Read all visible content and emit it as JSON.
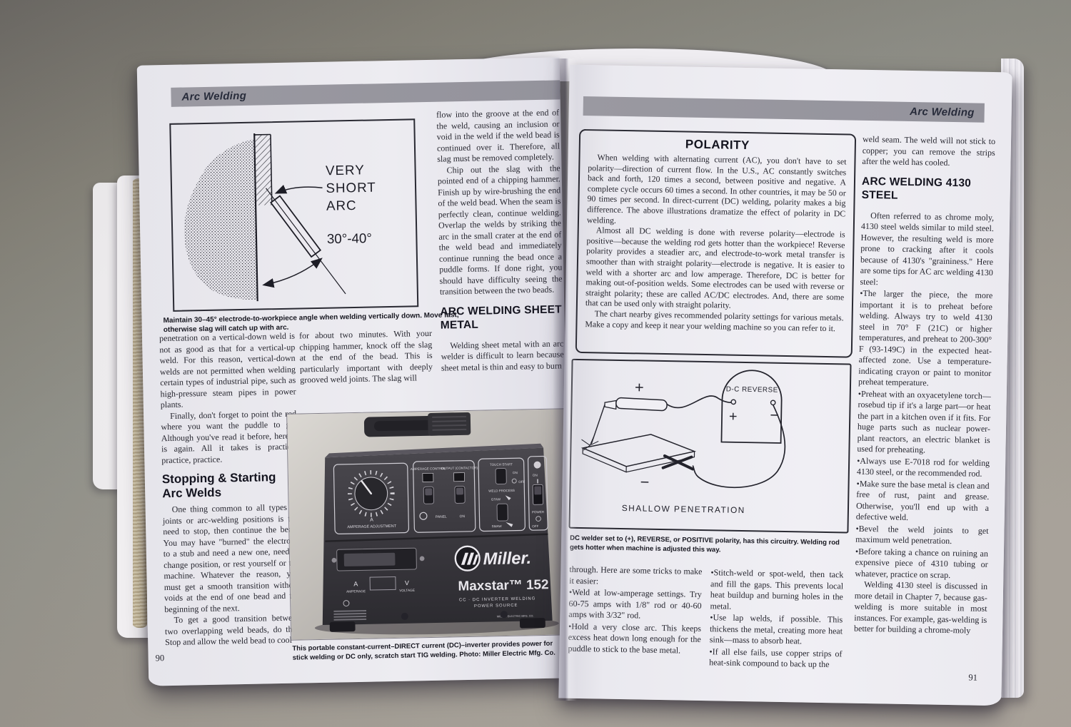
{
  "colors": {
    "background": "#a19c93",
    "page": "#edecf1",
    "header_bar": "#98979f",
    "text": "#26262f",
    "heading": "#14141f",
    "machine_dark": "#39383c",
    "photo_bg": "#cfccc7"
  },
  "book": {
    "left_page": {
      "header": "Arc Welding",
      "page_number": "90",
      "diagram": {
        "labels": [
          "VERY",
          "SHORT",
          "ARC"
        ],
        "angle": "30°-40°",
        "caption": "Maintain 30–45° electrode-to-workpiece angle when welding vertically down. Move fast, otherwise slag will catch up with arc."
      },
      "col1": {
        "p1": "penetration on a vertical-down weld is not as good as that for a vertical-up weld. For this reason, vertical-down welds are not permitted when welding certain types of industrial pipe, such as high-pressure steam pipes in power plants.",
        "p2": "Finally, don't forget to point the rod where you want the puddle to go. Although you've read it before, here it is again. All it takes is practice, practice, practice.",
        "heading": "Stopping & Starting Arc Welds",
        "p3": "One thing common to all types of joints or arc-welding positions is the need to stop, then continue the bead. You may have \"burned\" the electrode to a stub and need a new one, need to change position, or rest yourself or the machine. Whatever the reason, you must get a smooth transition without voids at the end of one bead and the beginning of the next.",
        "p4": "To get a good transition between two overlapping weld beads, do this: Stop and allow the weld bead to cool"
      },
      "col2": {
        "p1": "for about two minutes. With your chipping hammer, knock off the slag at the end of the bead. This is particularly important with deeply grooved weld joints. The slag will"
      },
      "col3": {
        "p1": "flow into the groove at the end of the weld, causing an inclusion or void in the weld if the weld bead is continued over it. Therefore, all slag must be removed completely.",
        "p2": "Chip out the slag with the pointed end of a chipping hammer. Finish up by wire-brushing the end of the weld bead. When the seam is perfectly clean, continue welding. Overlap the welds by striking the arc in the small crater at the end of the weld bead and immediately continue running the bead once a puddle forms. If done right, you should have difficulty seeing the transition between the two beads.",
        "heading": "ARC WELDING SHEET METAL",
        "p3": "Welding sheet metal with an arc welder is difficult to learn because sheet metal is thin and easy to burn"
      },
      "photo": {
        "brand": "Miller.",
        "model": "Maxstar™ 152",
        "sub1": "CC · DC INVERTER  WELDING",
        "sub2": "POWER  SOURCE",
        "mfg": "MILLER ELECTRIC MFG. CO.",
        "panel_labels": [
          "AMPERAGE ADJUSTMENT",
          "AMPERAGE CONTROL",
          "OUTPUT (CONTACTOR)",
          "TOUCH START",
          "WELD PROCESS",
          "GTAW",
          "SMAW",
          "PANEL",
          "ON",
          "OFF",
          "POWER",
          "AMPERAGE",
          "VOLTAGE",
          "A",
          "V"
        ],
        "caption": "This portable constant-current–DIRECT current (DC)–inverter provides power for stick welding or DC only, scratch start TIG welding. Photo: Miller Electric Mfg. Co."
      }
    },
    "right_page": {
      "header": "Arc Welding",
      "page_number": "91",
      "polarity_box": {
        "title": "POLARITY",
        "p1": "When welding with alternating current (AC), you don't have to set polarity—direction of current flow. In the U.S., AC constantly switches back and forth, 120 times a second, between positive and negative. A complete cycle occurs 60 times a second. In other countries, it may be 50 or 90 times per second. In direct-current (DC) welding, polarity makes a big difference. The above illustrations dramatize the effect of polarity in DC welding.",
        "p2": "Almost all DC welding is done with reverse polarity—electrode is positive—because the welding rod gets hotter than the workpiece! Reverse polarity provides a steadier arc, and electrode-to-work metal transfer is smoother than with straight polarity—electrode is negative. It is easier to weld with a shorter arc and low amperage. Therefore, DC is better for making out-of-position welds. Some electrodes can be used with reverse or straight polarity; these are called AC/DC electrodes. And, there are some that can be used only with straight polarity.",
        "p3": "The chart nearby gives recommended polarity settings for various metals. Make a copy and keep it near your welding machine so you can refer to it."
      },
      "diagram": {
        "machine": "D-C REVERSE",
        "terminal_plus": "+",
        "terminal_minus": "−",
        "electrode_sign": "+",
        "work_sign": "−",
        "label": "SHALLOW PENETRATION",
        "caption": "DC welder set to (+), REVERSE, or POSITIVE polarity, has this circuitry. Welding rod gets hotter when machine is adjusted this way."
      },
      "col1": {
        "p1": "through. Here are some tricks to make it easier:",
        "b1": "•Weld at low-amperage settings. Try 60-75 amps with 1/8\" rod or 40-60 amps with 3/32\" rod.",
        "b2": "•Hold a very close arc. This keeps excess heat down long enough for the puddle to stick to the base metal."
      },
      "col2": {
        "b1": "•Stitch-weld or spot-weld, then tack and fill the gaps. This prevents local heat buildup and burning holes in the metal.",
        "b2": "•Use lap welds, if possible. This thickens the metal, creating more heat sink—mass to absorb heat.",
        "b3": "•If all else fails, use copper strips of heat-sink compound to back up the"
      },
      "col3": {
        "p1": "weld seam. The weld will not stick to copper; you can remove the strips after the weld has cooled.",
        "heading": "ARC WELDING 4130 STEEL",
        "p2": "Often referred to as chrome moly, 4130 steel welds similar to mild steel. However, the resulting weld is more prone to cracking after it cools because of 4130's \"graininess.\" Here are some tips for AC arc welding 4130 steel:",
        "b1": "•The larger the piece, the more important it is to preheat before welding. Always try to weld 4130 steel in 70° F (21C) or higher temperatures, and preheat to 200-300° F (93-149C) in the expected heat-affected zone. Use a temperature-indicating crayon or paint to monitor preheat temperature.",
        "b2": "•Preheat with an oxyacetylene torch—rosebud tip if it's a large part—or heat the part in a kitchen oven if it fits. For huge parts such as nuclear power-plant reactors, an electric blanket is used for preheating.",
        "b3": "•Always use E-7018 rod for welding 4130 steel, or the recommended rod.",
        "b4": "•Make sure the base metal is clean and free of rust, paint and grease. Otherwise, you'll end up with a defective weld.",
        "b5": "•Bevel the weld joints to get maximum weld penetration.",
        "b6": "•Before taking a chance on ruining an expensive piece of 4310 tubing or whatever, practice on scrap.",
        "p3": "Welding 4130 steel is discussed in more detail in Chapter 7, because gas-welding is more suitable in most instances. For example, gas-welding is better for building a chrome-moly"
      }
    }
  }
}
